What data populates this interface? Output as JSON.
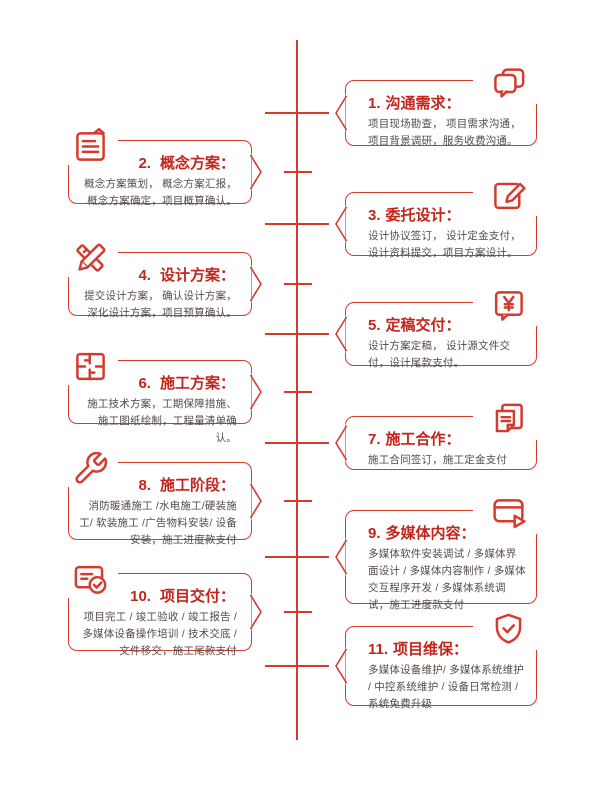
{
  "colors": {
    "accent": "#d43a2e",
    "title": "#c3251c",
    "body": "#554b47",
    "background": "#ffffff"
  },
  "steps": [
    {
      "num": "1.",
      "title": "沟通需求：",
      "body": "项目现场勘查， 项目需求沟通，项目背景调研，服务收费沟通。",
      "icon": "chat-bubbles-icon",
      "side": "right"
    },
    {
      "num": "2.",
      "title": "概念方案：",
      "body": "概念方案策划， 概念方案汇报，概念方案确定，项目概算确认。",
      "icon": "document-lines-icon",
      "side": "left"
    },
    {
      "num": "3.",
      "title": "委托设计：",
      "body": "设计协议签订， 设计定金支付，设计资料提交，项目方案设计。",
      "icon": "edit-pencil-icon",
      "side": "right"
    },
    {
      "num": "4.",
      "title": "设计方案：",
      "body": "提交设计方案， 确认设计方案，深化设计方案，项目预算确认。",
      "icon": "pencil-ruler-icon",
      "side": "left"
    },
    {
      "num": "5.",
      "title": "定稿交付：",
      "body": "设计方案定稿， 设计源文件交付，设计尾款支付。",
      "icon": "yuan-payment-icon",
      "side": "right"
    },
    {
      "num": "6.",
      "title": "施工方案：",
      "body": "施工技术方案，工期保障措施、施工图纸绘制，工程量清单确认。",
      "icon": "floor-plan-icon",
      "side": "left"
    },
    {
      "num": "7.",
      "title": "施工合作：",
      "body": "施工合同签订，施工定金支付",
      "icon": "contract-papers-icon",
      "side": "right"
    },
    {
      "num": "8.",
      "title": "施工阶段：",
      "body": "消防暖通施工 /水电施工/硬装施工/ 软装施工 /广告物料安装/ 设备安装，施工进度款支付",
      "icon": "wrench-icon",
      "side": "left"
    },
    {
      "num": "9.",
      "title": "多媒体内容：",
      "body": "多媒体软件安装调试 / 多媒体界面设计 / 多媒体内容制作 / 多媒体交互程序开发 / 多媒体系统调试，施工进度款支付",
      "icon": "media-window-icon",
      "side": "right"
    },
    {
      "num": "10.",
      "title": "项目交付：",
      "body": "项目完工 / 竣工验收 / 竣工报告 / 多媒体设备操作培训 / 技术交底 / 文件移交，施工尾款支付",
      "icon": "card-check-icon",
      "side": "left"
    },
    {
      "num": "11.",
      "title": "项目维保：",
      "body": "多媒体设备维护/ 多媒体系统维护 / 中控系统维护 / 设备日常检测 / 系统免费升级",
      "icon": "shield-check-icon",
      "side": "right"
    }
  ]
}
